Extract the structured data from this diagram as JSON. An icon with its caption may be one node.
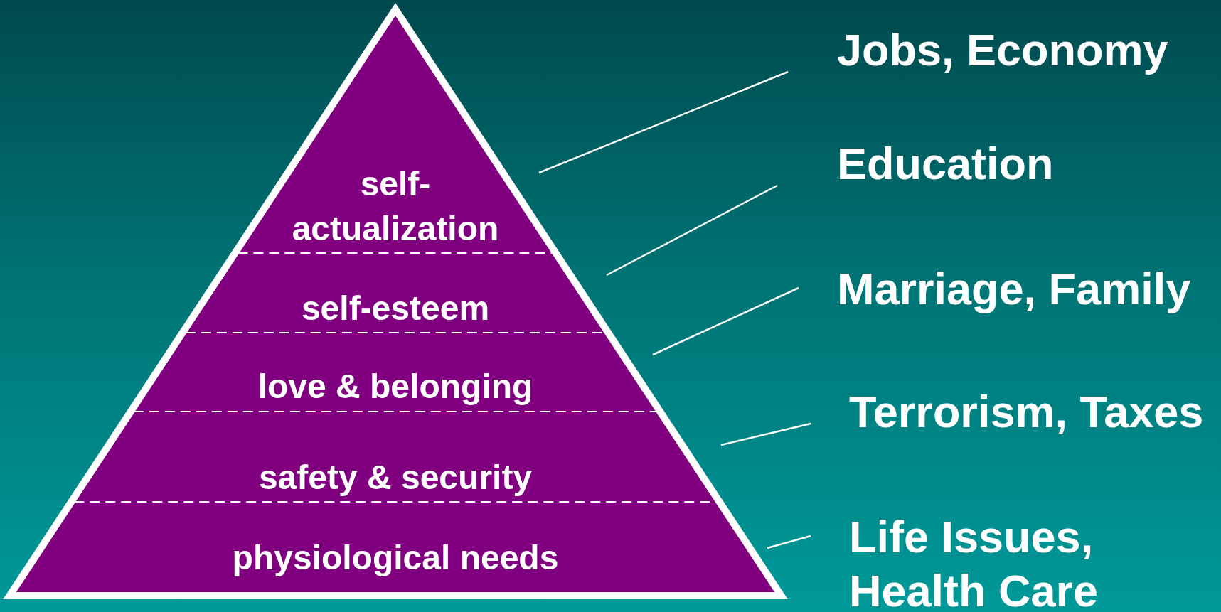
{
  "diagram": {
    "nodes": [
      {
        "text": [
          "self-actualization"
        ]
      },
      {
        "text": [
          "self-esteem"
        ]
      },
      {
        "text": [
          "love & belonging"
        ]
      },
      {
        "text": [
          "safety & security"
        ]
      },
      {
        "text": [
          "physiological needs"
        ]
      },
      {
        "text": [
          "Jobs, Economy"
        ]
      },
      {
        "text": [
          "Education"
        ]
      },
      {
        "text": [
          "Marriage, Family"
        ]
      },
      {
        "text": [
          "Terrorism, Taxes"
        ]
      },
      {
        "text": [
          "Life Issues, Health Care"
        ]
      }
    ],
    "edges": [
      {
        "from": 5,
        "to": 0,
        "arrow": "none"
      },
      {
        "from": 6,
        "to": 1,
        "arrow": "none"
      },
      {
        "from": 7,
        "to": 2,
        "arrow": "none"
      },
      {
        "from": 8,
        "to": 3,
        "arrow": "none"
      },
      {
        "from": 9,
        "to": 4,
        "arrow": "none"
      }
    ]
  }
}
